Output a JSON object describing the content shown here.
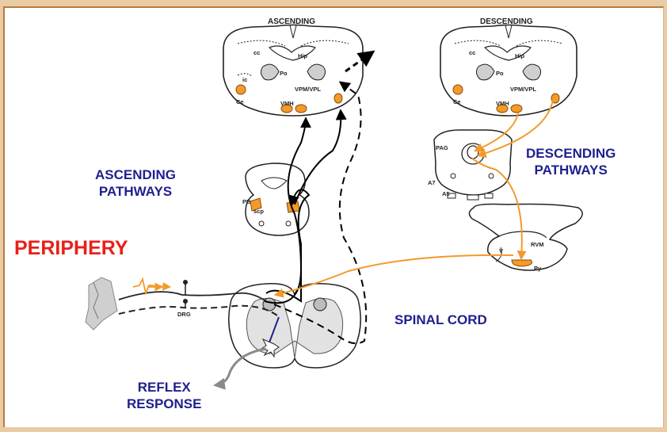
{
  "labels": {
    "ascending_title": "ASCENDING",
    "descending_title": "DESCENDING",
    "ascending_pathways_1": "ASCENDING",
    "ascending_pathways_2": "PATHWAYS",
    "descending_pathways_1": "DESCENDING",
    "descending_pathways_2": "PATHWAYS",
    "periphery": "PERIPHERY",
    "spinal_cord": "SPINAL CORD",
    "reflex_1": "REFLEX",
    "reflex_2": "RESPONSE"
  },
  "anatomy": {
    "cc": "cc",
    "hip": "Hip",
    "po": "Po",
    "vpm_vpl": "VPM/VPL",
    "vmh": "VMH",
    "ce": "Ce",
    "ic": "ic",
    "pag": "PAG",
    "a7": "A7",
    "a5": "A5",
    "pb": "PB",
    "scp": "scp",
    "rvm": "RVM",
    "py": "Py",
    "v": "V",
    "drg": "DRG"
  },
  "colors": {
    "orange": "#f39a2b",
    "blue_text": "#1f1f8f",
    "red_text": "#e8201b",
    "frame": "#e9cba5"
  }
}
